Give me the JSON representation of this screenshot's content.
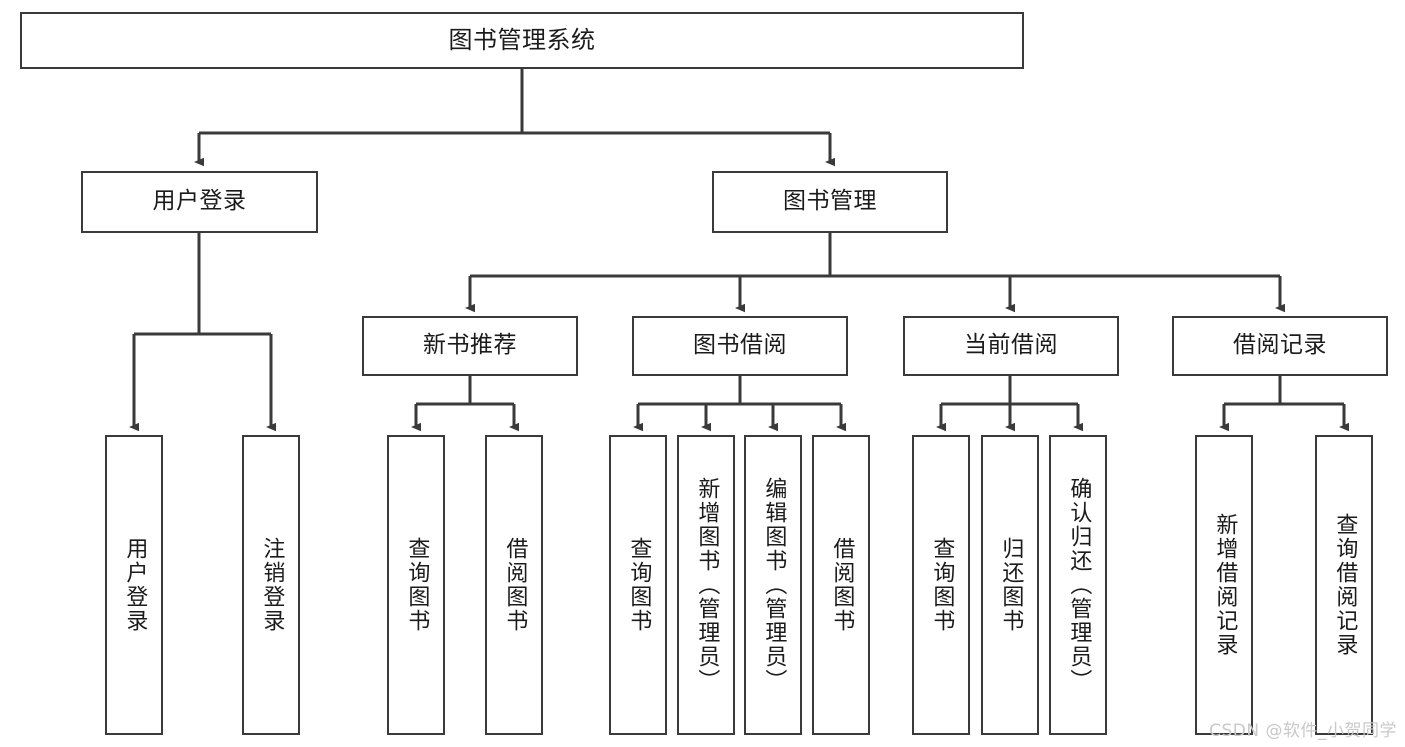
{
  "diagram": {
    "title": "图书管理系统",
    "watermark": "CSDN @软件_小贺同学",
    "colors": {
      "box_border": "#3a3a3a",
      "box_fill": "#ffffff",
      "edge": "#3a3a3a",
      "text": "#1b1b1b",
      "watermark": "#c9c9c9",
      "background": "#ffffff"
    },
    "root": {
      "label": "图书管理系统"
    },
    "level2": [
      {
        "label": "用户登录"
      },
      {
        "label": "图书管理"
      }
    ],
    "level3": [
      {
        "label": "新书推荐"
      },
      {
        "label": "图书借阅"
      },
      {
        "label": "当前借阅"
      },
      {
        "label": "借阅记录"
      }
    ],
    "leaves": {
      "user_login": [
        {
          "label": "用户登录"
        },
        {
          "label": "注销登录"
        }
      ],
      "new_book": [
        {
          "label": "查询图书"
        },
        {
          "label": "借阅图书"
        }
      ],
      "book_borrow": [
        {
          "label": "查询图书"
        },
        {
          "label": "新增图书（管理员）"
        },
        {
          "label": "编辑图书（管理员）"
        },
        {
          "label": "借阅图书"
        }
      ],
      "current_borrow": [
        {
          "label": "查询图书"
        },
        {
          "label": "归还图书"
        },
        {
          "label": "确认归还（管理员）"
        }
      ],
      "borrow_record": [
        {
          "label": "新增借阅记录"
        },
        {
          "label": "查询借阅记录"
        }
      ]
    }
  }
}
